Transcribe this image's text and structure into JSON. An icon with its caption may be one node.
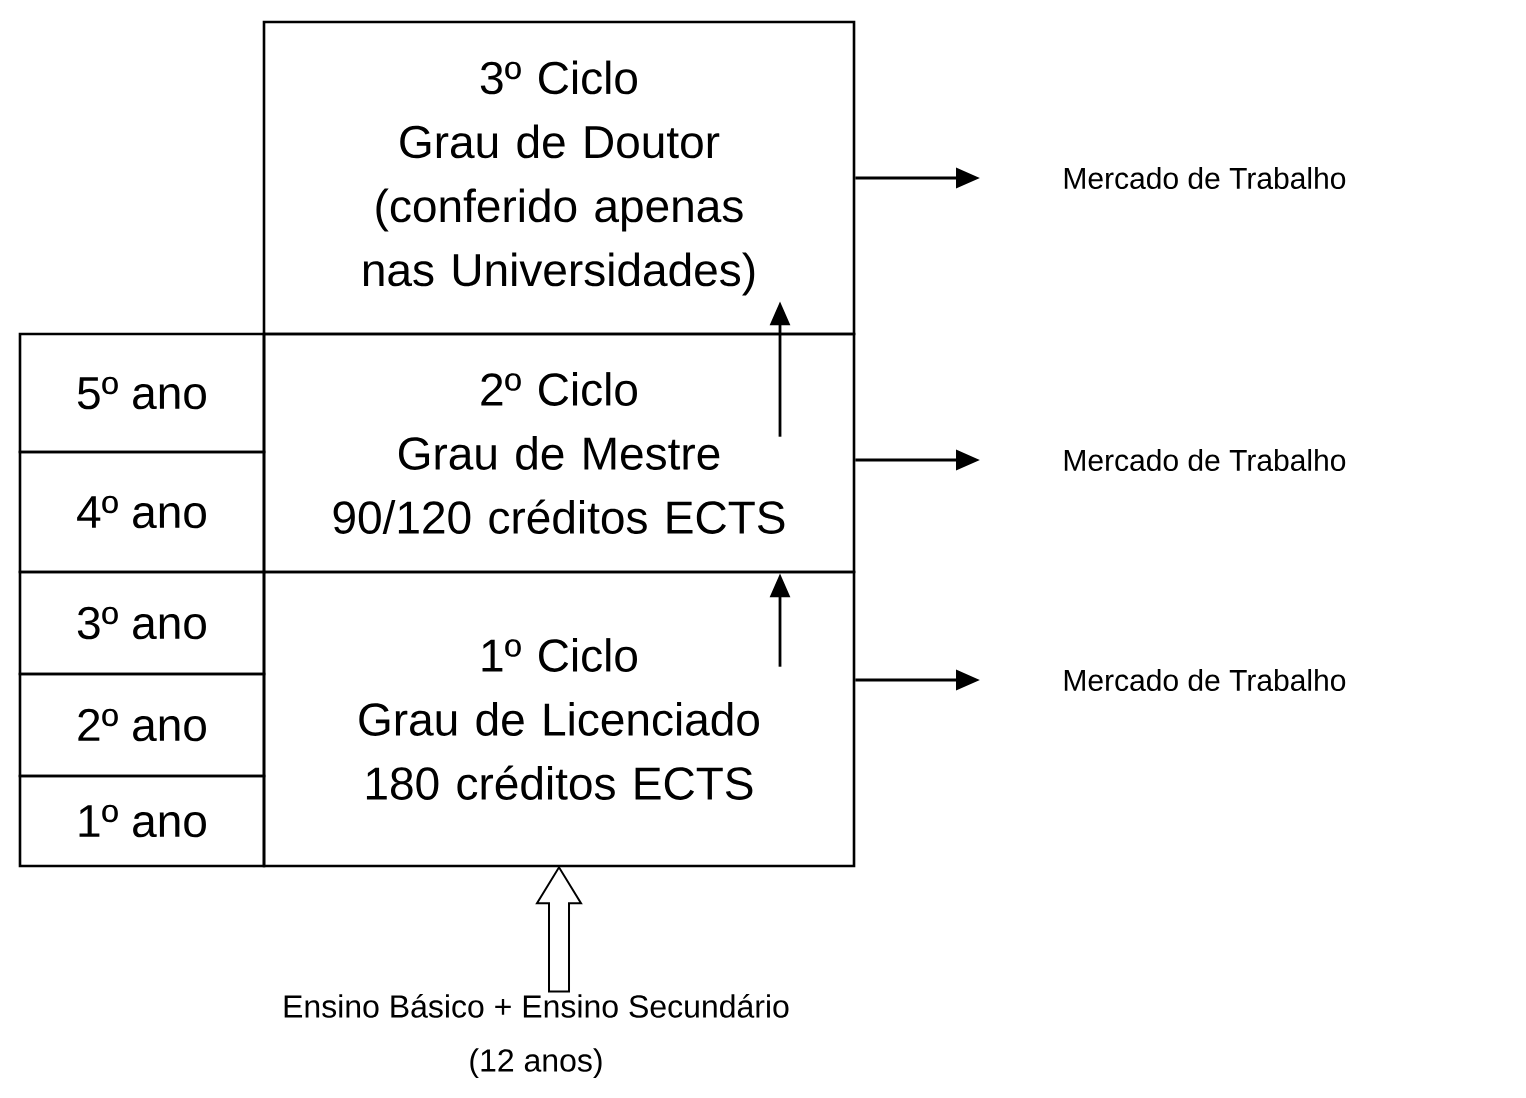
{
  "diagram": {
    "nodes": [
      {
        "text": [
          "3º Ciclo",
          "Grau de Doutor",
          "(conferido apenas nas Universidades)"
        ]
      },
      {
        "text": [
          "2º Ciclo",
          "Grau de Mestre",
          "90/120 créditos ECTS"
        ]
      },
      {
        "text": [
          "1º Ciclo",
          "Grau de Licenciado",
          "180 créditos ECTS"
        ]
      },
      {
        "text": [
          "5º ano"
        ]
      },
      {
        "text": [
          "4º ano"
        ]
      },
      {
        "text": [
          "3º ano"
        ]
      },
      {
        "text": [
          "2º ano"
        ]
      },
      {
        "text": [
          "1º ano"
        ]
      },
      {
        "text": [
          "Mercado de Trabalho"
        ]
      },
      {
        "text": [
          "Mercado de Trabalho"
        ]
      },
      {
        "text": [
          "Mercado de Trabalho"
        ]
      },
      {
        "text": [
          "Ensino Básico + Ensino Secundário",
          "(12 anos)"
        ]
      }
    ],
    "edges": [
      {
        "from": 0,
        "to": 8,
        "arrow": "to"
      },
      {
        "from": 1,
        "to": 9,
        "arrow": "to"
      },
      {
        "from": 2,
        "to": 10,
        "arrow": "to"
      },
      {
        "from": 2,
        "to": 1,
        "arrow": "to"
      },
      {
        "from": 1,
        "to": 0,
        "arrow": "to"
      },
      {
        "from": 11,
        "to": 2,
        "arrow": "to",
        "style": "thick"
      }
    ]
  }
}
